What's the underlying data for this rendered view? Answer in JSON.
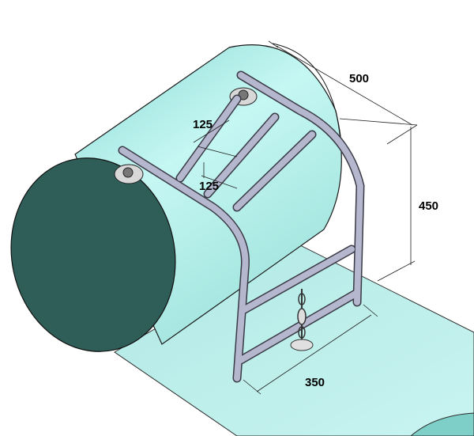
{
  "drawing": {
    "dimensions": {
      "length": "500",
      "height": "450",
      "width": "350",
      "spacing_top": "125",
      "spacing_bottom": "125"
    }
  },
  "colors": {
    "tank_body": "#b9f3ef",
    "tank_end": "#2f5e59",
    "mat": "#b6ece8",
    "tube": "#a9acc4",
    "outline": "#1a1a1a"
  }
}
